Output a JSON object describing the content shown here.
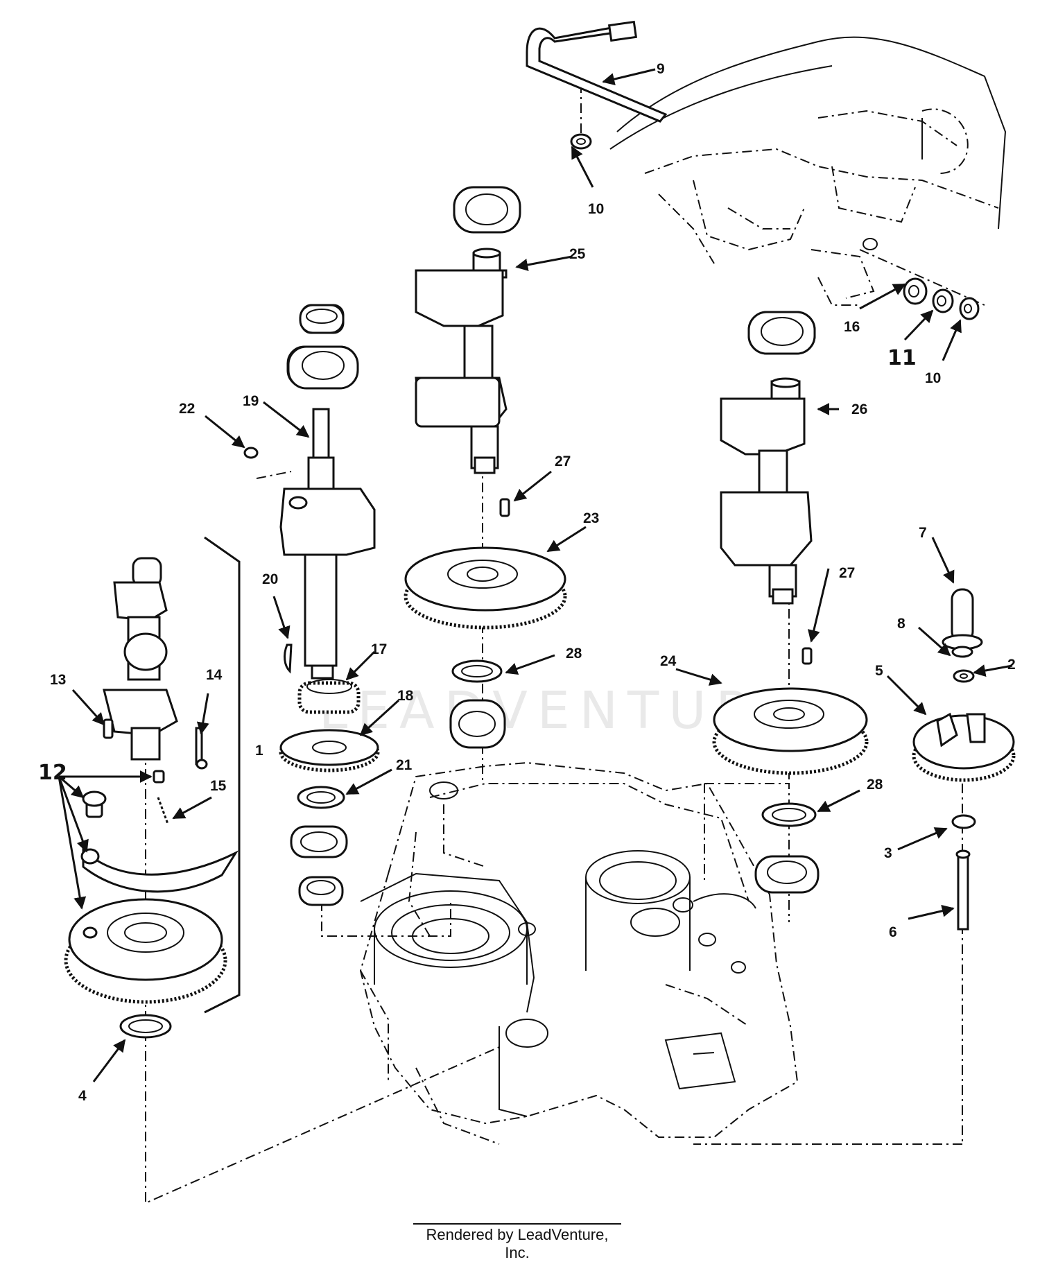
{
  "diagram": {
    "watermark": "LEADVENTURE",
    "footer": "Rendered by LeadVenture, Inc.",
    "callouts": [
      {
        "id": "c1",
        "label": "1"
      },
      {
        "id": "c2",
        "label": "2"
      },
      {
        "id": "c3",
        "label": "3"
      },
      {
        "id": "c4",
        "label": "4"
      },
      {
        "id": "c5",
        "label": "5"
      },
      {
        "id": "c6",
        "label": "6"
      },
      {
        "id": "c7",
        "label": "7"
      },
      {
        "id": "c8",
        "label": "8"
      },
      {
        "id": "c9",
        "label": "9"
      },
      {
        "id": "c10a",
        "label": "10"
      },
      {
        "id": "c10b",
        "label": "10"
      },
      {
        "id": "c11",
        "label": "11"
      },
      {
        "id": "c12",
        "label": "12"
      },
      {
        "id": "c13",
        "label": "13"
      },
      {
        "id": "c14",
        "label": "14"
      },
      {
        "id": "c15",
        "label": "15"
      },
      {
        "id": "c16",
        "label": "16"
      },
      {
        "id": "c17",
        "label": "17"
      },
      {
        "id": "c18",
        "label": "18"
      },
      {
        "id": "c19",
        "label": "19"
      },
      {
        "id": "c20",
        "label": "20"
      },
      {
        "id": "c21",
        "label": "21"
      },
      {
        "id": "c22",
        "label": "22"
      },
      {
        "id": "c23",
        "label": "23"
      },
      {
        "id": "c24",
        "label": "24"
      },
      {
        "id": "c25",
        "label": "25"
      },
      {
        "id": "c26",
        "label": "26"
      },
      {
        "id": "c27a",
        "label": "27"
      },
      {
        "id": "c27b",
        "label": "27"
      },
      {
        "id": "c28a",
        "label": "28"
      },
      {
        "id": "c28b",
        "label": "28"
      }
    ]
  }
}
